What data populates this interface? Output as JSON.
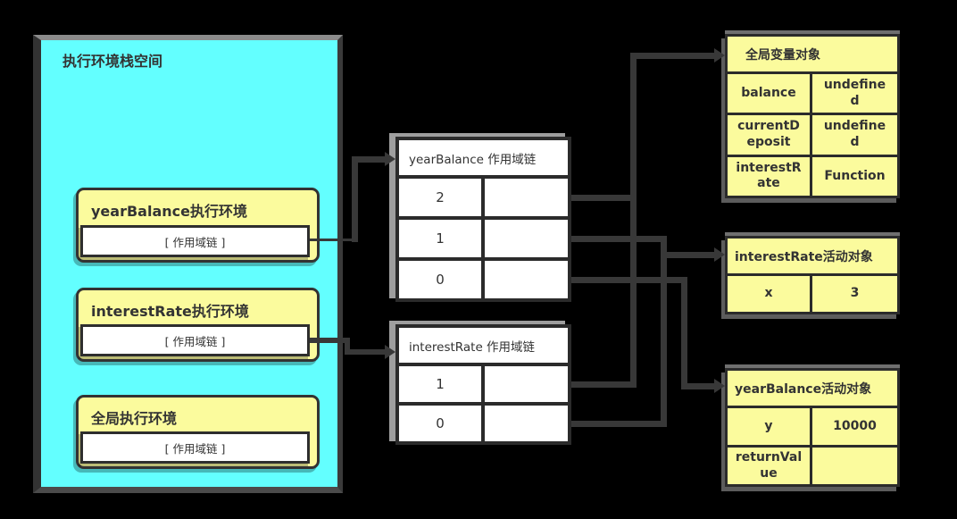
{
  "colors": {
    "background": "#000000",
    "stack_fill": "#63ffff",
    "frame_fill": "#fbfb9d",
    "table_fill": "#ffffff",
    "object_fill": "#fbfb9d",
    "line": "#383838",
    "text": "#333333"
  },
  "stack": {
    "title": "执行环境栈空间",
    "frames": [
      {
        "title": "yearBalance执行环境",
        "slot": "[ 作用域链 ]"
      },
      {
        "title": "interestRate执行环境",
        "slot": "[ 作用域链 ]"
      },
      {
        "title": "全局执行环境",
        "slot": "[ 作用域链 ]"
      }
    ]
  },
  "scope_chains": [
    {
      "title": "yearBalance 作用域链",
      "indices": [
        "2",
        "1",
        "0"
      ]
    },
    {
      "title": "interestRate 作用域链",
      "indices": [
        "1",
        "0"
      ]
    }
  ],
  "objects": [
    {
      "title": "全局变量对象",
      "rows": [
        {
          "key": "balance",
          "value": "undefined"
        },
        {
          "key": "currentDeposit",
          "value": "undefined"
        },
        {
          "key": "interestRate",
          "value": "Function"
        }
      ]
    },
    {
      "title": "interestRate活动对象",
      "rows": [
        {
          "key": "x",
          "value": "3"
        }
      ]
    },
    {
      "title": "yearBalance活动对象",
      "rows": [
        {
          "key": "y",
          "value": "10000"
        },
        {
          "key": "returnValue",
          "value": ""
        }
      ]
    }
  ]
}
